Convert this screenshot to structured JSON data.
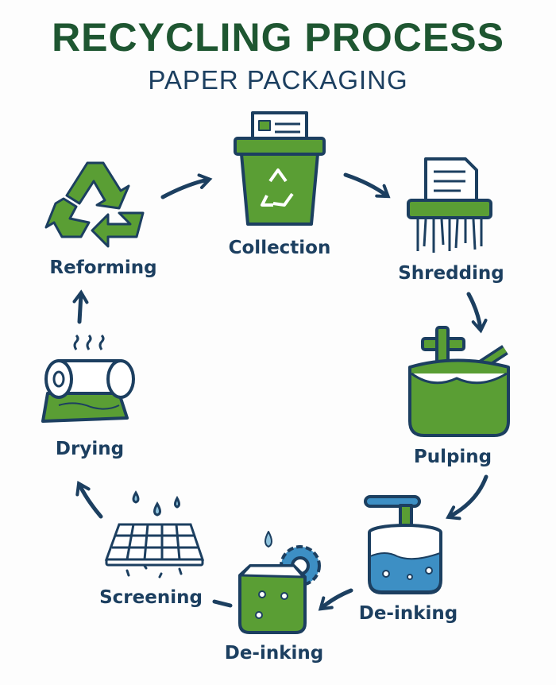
{
  "title": "RECYCLING PROCESS",
  "subtitle": "PAPER PACKAGING",
  "steps": [
    {
      "label": "Collection",
      "icon": "recycling-bin-icon"
    },
    {
      "label": "Shredding",
      "icon": "shredder-icon"
    },
    {
      "label": "Pulping",
      "icon": "pulping-tank-icon"
    },
    {
      "label": "De-inking",
      "icon": "deinking-tank-icon"
    },
    {
      "label": "De-inking",
      "icon": "deinking-box-gear-icon"
    },
    {
      "label": "Screening",
      "icon": "screen-mesh-icon"
    },
    {
      "label": "Drying",
      "icon": "paper-roll-icon"
    },
    {
      "label": "Reforming",
      "icon": "recycle-symbol-icon"
    }
  ],
  "colors": {
    "title": "#1e5631",
    "navy": "#1c3f60",
    "green": "#5a9e34",
    "blue": "#3d8fc4"
  }
}
